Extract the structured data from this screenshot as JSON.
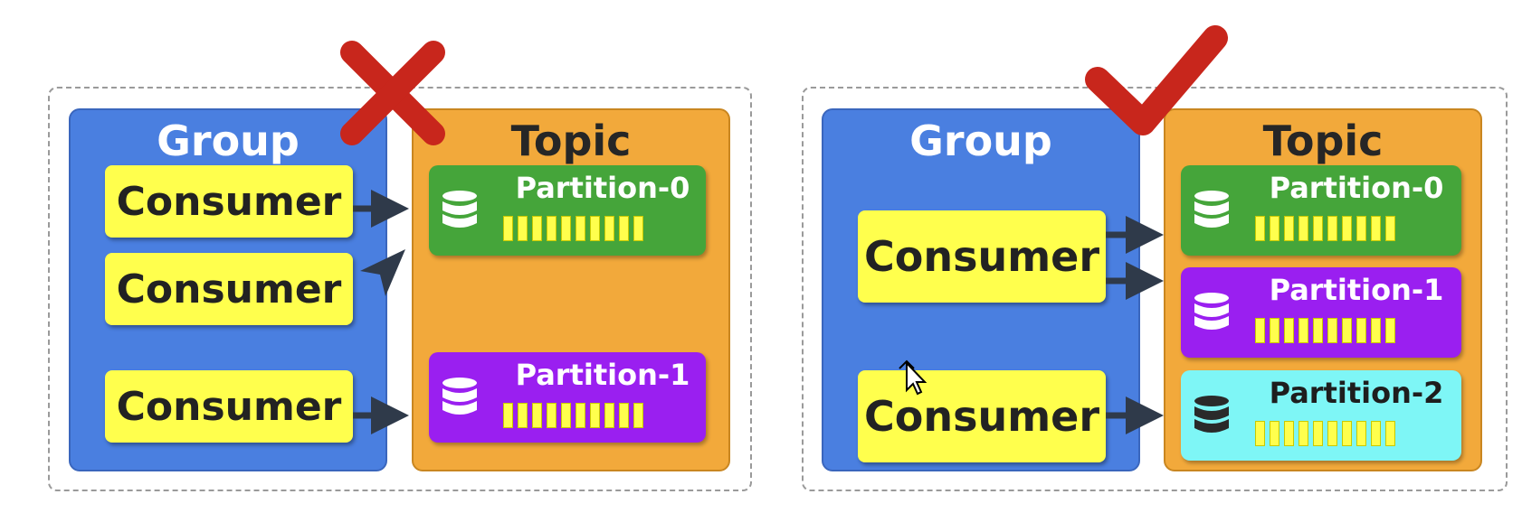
{
  "left": {
    "status_icon": "cross-icon",
    "group": {
      "title": "Group",
      "consumers": [
        "Consumer",
        "Consumer",
        "Consumer"
      ]
    },
    "topic": {
      "title": "Topic",
      "partitions": [
        {
          "label": "Partition-0",
          "color": "#45a53a",
          "db_icon_color": "#ffffff"
        },
        {
          "label": "Partition-1",
          "color": "#9a1ff0",
          "db_icon_color": "#ffffff"
        }
      ]
    }
  },
  "right": {
    "status_icon": "check-icon",
    "group": {
      "title": "Group",
      "consumers": [
        "Consumer",
        "Consumer"
      ]
    },
    "topic": {
      "title": "Topic",
      "partitions": [
        {
          "label": "Partition-0",
          "color": "#45a53a",
          "db_icon_color": "#ffffff"
        },
        {
          "label": "Partition-1",
          "color": "#9a1ff0",
          "db_icon_color": "#ffffff"
        },
        {
          "label": "Partition-2",
          "color": "#7ef6f6",
          "db_icon_color": "#2a2a2a"
        }
      ]
    }
  },
  "colors": {
    "group": "#4a7fe0",
    "topic": "#f2a93b",
    "consumer": "#ffff4d",
    "cross": "#c8261c",
    "arrow": "#2f3a4a"
  }
}
